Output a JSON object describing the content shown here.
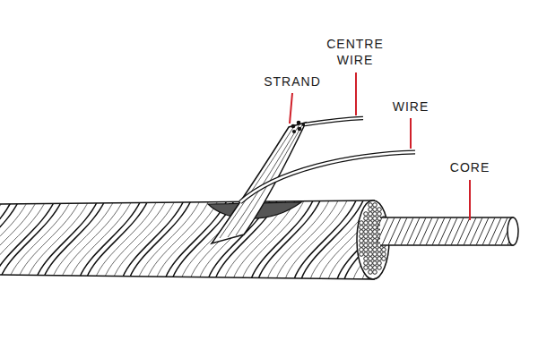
{
  "diagram": {
    "labels": [
      "STRAND",
      "CENTRE WIRE",
      "WIRE",
      "CORE"
    ]
  }
}
